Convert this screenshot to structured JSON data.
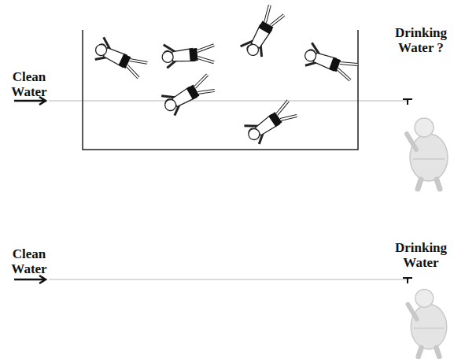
{
  "diagram": {
    "labels": [
      "Clean Water",
      "Drinking Water ?",
      "Clean Water",
      "Drinking Water"
    ]
  }
}
